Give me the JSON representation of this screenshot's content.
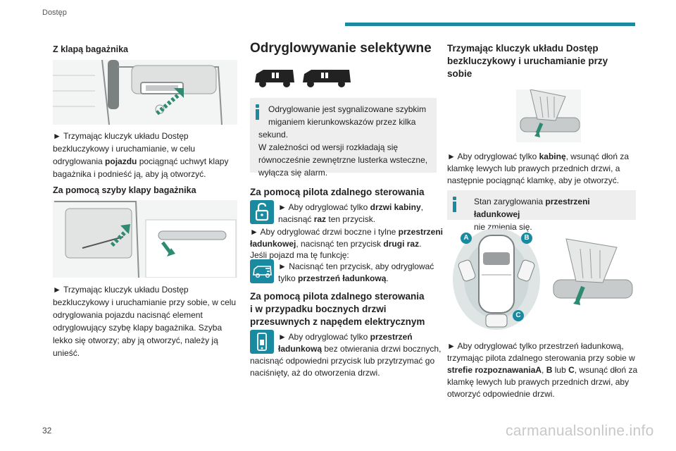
{
  "header": {
    "section": "Dostęp"
  },
  "page_number": "32",
  "watermark": "carmanualsonline.info",
  "col1": {
    "h1": "Z klapą bagażnika",
    "p1_a": "► Trzymając kluczyk układu Dostęp bezkluczykowy i uruchamianie, w celu odryglowania ",
    "p1_b": "pojazdu",
    "p1_c": " pociągnąć uchwyt klapy bagażnika i podnieść ją, aby ją otworzyć.",
    "h2": "Za pomocą szyby klapy bagażnika",
    "p2": "► Trzymając kluczyk układu Dostęp bezkluczykowy i uruchamianie przy sobie, w celu odryglowania pojazdu nacisnąć element odryglowujący szybę klapy bagażnika. Szyba lekko się otworzy; aby ją otworzyć, należy ją unieść."
  },
  "col2": {
    "title": "Odryglowywanie selektywne",
    "info_line1": "Odryglowanie jest sygnalizowane szybkim",
    "info_line2": "miganiem kierunkowskazów przez kilka",
    "info_line3": "sekund.",
    "info_line4": "W zależności od wersji rozkładają się",
    "info_line5": "równocześnie zewnętrzne lusterka wsteczne,",
    "info_line6": "wyłącza się alarm.",
    "h_remote1": "Za pomocą pilota zdalnego sterowania",
    "r1_a": "► Aby odryglować tylko ",
    "r1_b": "drzwi kabiny",
    "r1_c": ",",
    "r1_d": "nacisnąć ",
    "r1_e": "raz",
    "r1_f": " ten przycisk.",
    "r2_a": "► Aby odryglować drzwi boczne i tylne ",
    "r2_b": "przestrzeni",
    "r2_c": "ładunkowej",
    "r2_d": ", nacisnąć ten przycisk ",
    "r2_e": "drugi raz",
    "r2_f": ".",
    "r3": "Jeśli pojazd ma tę funkcję:",
    "r4_a": "► Nacisnąć ten przycisk, aby odryglować",
    "r4_b": "tylko ",
    "r4_c": "przestrzeń ładunkową",
    "r4_d": ".",
    "h_remote2_l1": "Za pomocą pilota zdalnego sterowania",
    "h_remote2_l2": "i w przypadku bocznych drzwi",
    "h_remote2_l3": "przesuwnych z napędem elektrycznym",
    "s1_a": "► Aby odryglować tylko ",
    "s1_b": "przestrzeń",
    "s1_c": "ładunkową",
    "s1_d": " bez otwierania drzwi bocznych,",
    "s2": "nacisnąć odpowiedni przycisk lub przytrzymać go",
    "s3": "naciśnięty, aż do otworzenia drzwi."
  },
  "col3": {
    "h_l1": "Trzymając kluczyk układu Dostęp",
    "h_l2": "bezkluczykowy i uruchamianie przy",
    "h_l3": "sobie",
    "p1_a": "► Aby odryglować tylko ",
    "p1_b": "kabinę",
    "p1_c": ", wsunąć dłoń za",
    "p1_d": "klamkę lewych lub prawych przednich drzwi, a",
    "p1_e": "następnie pociągnąć klamkę, aby je otworzyć.",
    "info_a": "Stan zaryglowania ",
    "info_b": "przestrzeni ładunkowej",
    "info_c": "nie zmienia się.",
    "zone_a": "A",
    "zone_b": "B",
    "zone_c": "C",
    "p2_l1": "► Aby odryglować tylko przestrzeń ładunkową,",
    "p2_l2": "trzymając pilota zdalnego sterowania przy sobie w",
    "p2_l3a": "strefie rozpoznawania",
    "p2_l3b": "A",
    "p2_l3c": ", ",
    "p2_l3d": "B",
    "p2_l3e": " lub ",
    "p2_l3f": "C",
    "p2_l3g": ", wsunąć dłoń za",
    "p2_l4": "klamkę lewych lub prawych przednich drzwi, aby",
    "p2_l5": "otworzyć odpowiednie drzwi."
  },
  "colors": {
    "accent": "#1a8aa0",
    "arrow": "#2e8b72",
    "info_bg": "#eeeeee"
  }
}
